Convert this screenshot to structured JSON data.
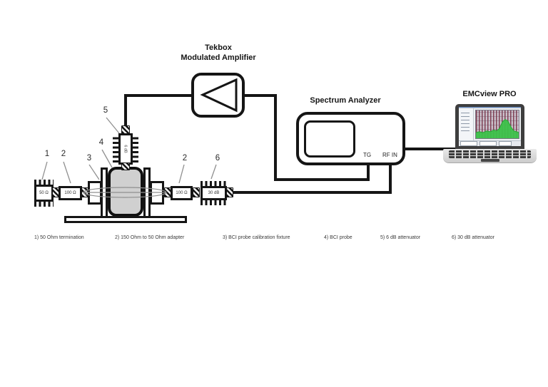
{
  "labels": {
    "amplifier_line1": "Tekbox",
    "amplifier_line2": "Modulated Amplifier",
    "spectrum_analyzer": "Spectrum Analyzer",
    "emcview": "EMCview PRO",
    "tg_port": "TG",
    "rf_in_port": "RF IN"
  },
  "components": {
    "termination": "50 Ω",
    "adapter_left": "100 Ω",
    "adapter_right": "100 Ω",
    "attenuator_6db": "6 dB",
    "attenuator_30db": "30 dB"
  },
  "callouts": [
    "1",
    "2",
    "3",
    "4",
    "5",
    "2",
    "6"
  ],
  "legend": [
    "1) 50 Ohm termination",
    "2) 150 Ohm to 50 Ohm adapter",
    "3) BCI probe calibration fixture",
    "4) BCI probe",
    "5) 6 dB attenuator",
    "6) 30 dB attenuator"
  ],
  "colors": {
    "ink": "#151515",
    "probe_fill": "#d0d0d0",
    "leader_gray": "#909090",
    "laptop_bezel": "#3e3e3e",
    "laptop_body": "#dcdcdc",
    "trace_green": "#3cc24a",
    "plot_background": "#c9c1cb",
    "plot_stripe_maroon": "#702238",
    "titlebar_blue": "#5b86c4"
  }
}
